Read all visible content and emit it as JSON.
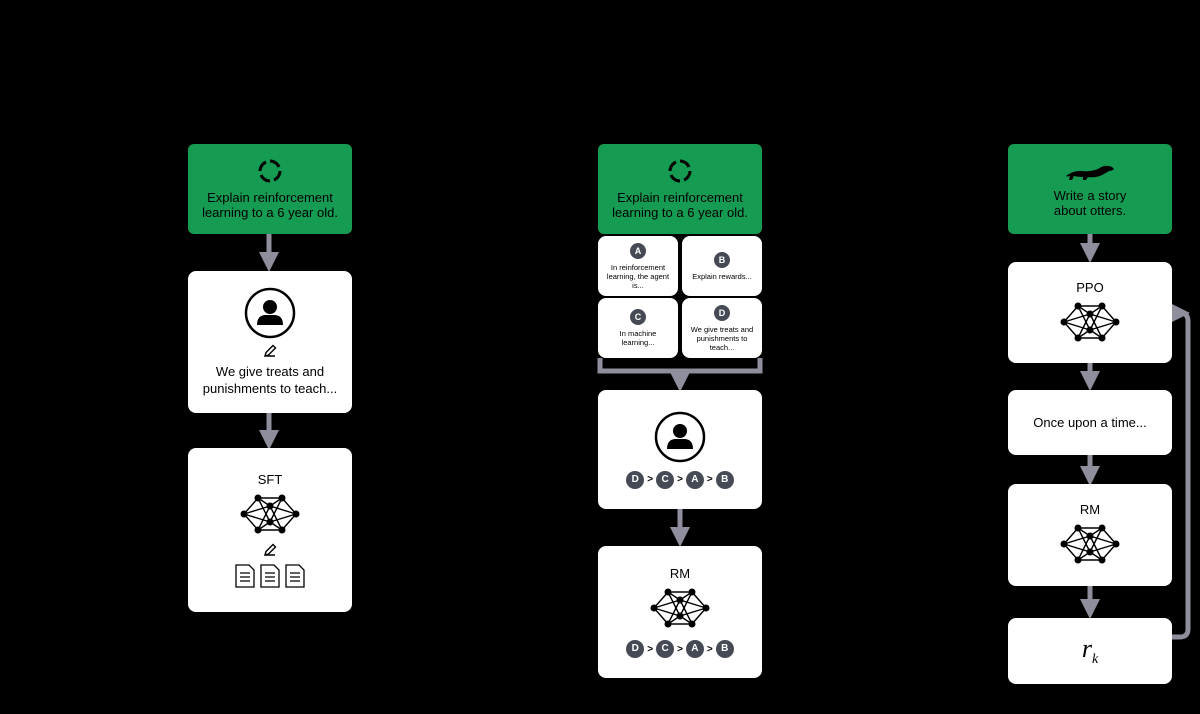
{
  "step1": {
    "prompt": "Explain reinforcement learning to a 6 year old.",
    "demo_text": "We give treats and punishments to teach...",
    "model_label": "SFT"
  },
  "step2": {
    "prompt": "Explain reinforcement learning to a 6 year old.",
    "options": [
      {
        "letter": "A",
        "text": "In reinforcement learning, the agent is..."
      },
      {
        "letter": "B",
        "text": "Explain rewards..."
      },
      {
        "letter": "C",
        "text": "In machine learning..."
      },
      {
        "letter": "D",
        "text": "We give treats and punishments to teach..."
      }
    ],
    "ranking": [
      "D",
      "C",
      "A",
      "B"
    ],
    "ranking_sep": ">",
    "model_label": "RM"
  },
  "step3": {
    "prompt": "Write a story about otters.",
    "policy_label": "PPO",
    "output_text": "Once upon a time...",
    "reward_model_label": "RM",
    "reward_symbol": "r",
    "reward_subscript": "k"
  },
  "colors": {
    "green": "#169b52",
    "arrow": "#8e8e9c",
    "badge": "#454a55"
  }
}
